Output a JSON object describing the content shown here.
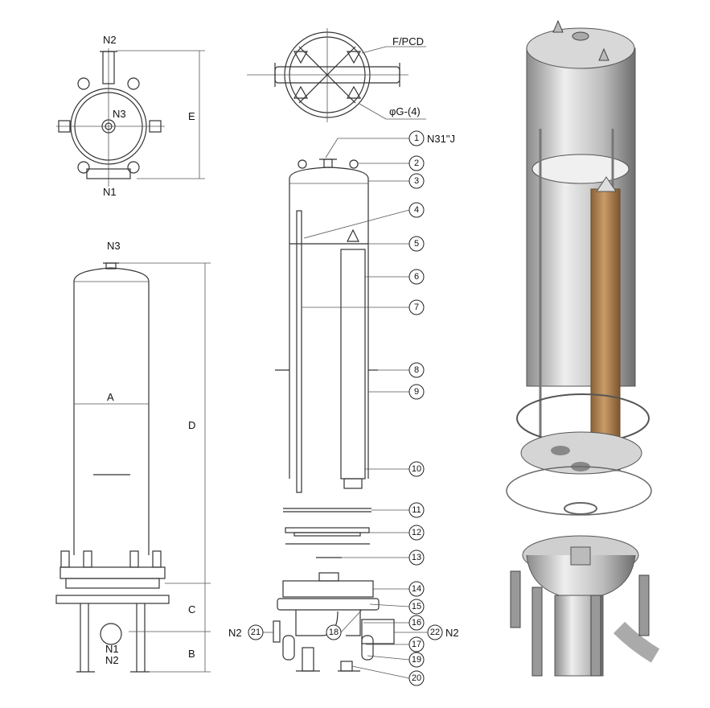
{
  "left_top_view": {
    "n2": "N2",
    "n3": "N3",
    "n1": "N1",
    "dim_e": "E"
  },
  "left_side_view": {
    "n3": "N3",
    "dim_a": "A",
    "dim_d": "D",
    "dim_c": "C",
    "dim_b": "B",
    "n1": "N1",
    "n2": "N2"
  },
  "middle_top_view": {
    "flange_pcd": "F/PCD",
    "bolt_holes": "φG-(4)"
  },
  "callouts": [
    {
      "number": "1",
      "suffix": "N31\"J"
    },
    {
      "number": "2"
    },
    {
      "number": "3"
    },
    {
      "number": "4"
    },
    {
      "number": "5"
    },
    {
      "number": "6"
    },
    {
      "number": "7"
    },
    {
      "number": "8"
    },
    {
      "number": "9"
    },
    {
      "number": "10"
    },
    {
      "number": "11"
    },
    {
      "number": "12"
    },
    {
      "number": "13"
    },
    {
      "number": "14"
    },
    {
      "number": "15"
    },
    {
      "number": "16"
    },
    {
      "number": "17"
    },
    {
      "number": "18"
    },
    {
      "number": "19"
    },
    {
      "number": "20"
    },
    {
      "number": "21",
      "prefix": "N2"
    },
    {
      "number": "22",
      "suffix": "N2"
    }
  ],
  "colors": {
    "line": "#333333",
    "steel_light": "#e6e6e6",
    "steel_dark": "#7a7a7a",
    "filter_cartridge": "#b08450"
  }
}
